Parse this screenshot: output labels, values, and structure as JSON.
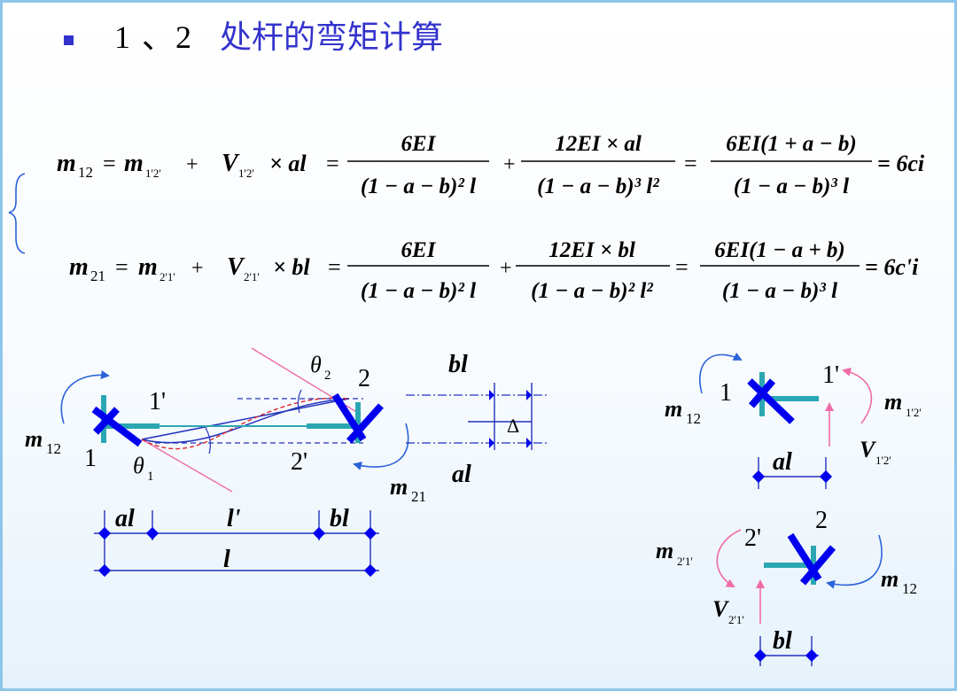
{
  "title": {
    "number": "1 、2",
    "text": "处杆的弯矩计算"
  },
  "equations": {
    "eq1": {
      "lhs": "m",
      "lhs_sub": "12",
      "term1": "m",
      "term1_sub": "1'2'",
      "plus": "+",
      "term2": "V",
      "term2_sub": "1'2'",
      "term2_tail": "× al",
      "frac1_num": "6EI",
      "frac1_den": "(1 − a − b)² l",
      "frac2_num": "12EI × al",
      "frac2_den": "(1 − a − b)³ l²",
      "frac3_num": "6EI(1 + a − b)",
      "frac3_den": "(1 − a − b)³ l",
      "result": "= 6ci"
    },
    "eq2": {
      "lhs": "m",
      "lhs_sub": "21",
      "term1": "m",
      "term1_sub": "2'1'",
      "plus": "+",
      "term2": "V",
      "term2_sub": "2'1'",
      "term2_tail": "× bl",
      "frac1_num": "6EI",
      "frac1_den": "(1 − a − b)² l",
      "frac2_num": "12EI × bl",
      "frac2_den": "(1 − a − b)² l²",
      "frac3_num": "6EI(1 − a + b)",
      "frac3_den": "(1 − a − b)³ l",
      "result": "= 6c'i"
    }
  },
  "beam_diagram": {
    "m12": "m",
    "m12_sub": "12",
    "m21": "m",
    "m21_sub": "21",
    "node1": "1",
    "node1p": "1'",
    "node2": "2",
    "node2p": "2'",
    "theta1": "θ",
    "theta1_sub": "1",
    "theta2": "θ",
    "theta2_sub": "2",
    "bl_top": "bl",
    "delta": "Δ",
    "al_right": "al",
    "dim_al": "al",
    "dim_lp": "l'",
    "dim_bl": "bl",
    "dim_l": "l"
  },
  "fbd_top": {
    "node1": "1",
    "node1p": "1'",
    "m12": "m",
    "m12_sub": "12",
    "m1p2p": "m",
    "m1p2p_sub": "1'2'",
    "v": "V",
    "v_sub": "1'2'",
    "dim_al": "al"
  },
  "fbd_bottom": {
    "node2": "2",
    "node2p": "2'",
    "m2p1p": "m",
    "m2p1p_sub": "2'1'",
    "m12": "m",
    "m12_sub": "12",
    "v": "V",
    "v_sub": "2'1'",
    "dim_bl": "bl"
  },
  "colors": {
    "title_blue": "#3333cc",
    "member_blue": "#0000ee",
    "teal": "#2aa7b3",
    "pink": "#f06aa6",
    "arrow_blue": "#2b63d9",
    "red_dash": "#e0262c"
  }
}
